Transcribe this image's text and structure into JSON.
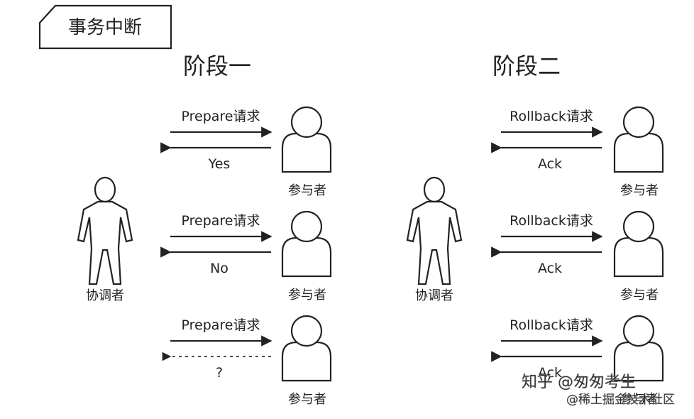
{
  "tag": "事务中断",
  "phases": [
    {
      "title": "阶段一",
      "coordinator_label": "协调者",
      "exchanges": [
        {
          "request": "Prepare请求",
          "reply": "Yes",
          "reply_style": "solid",
          "participant_label": "参与者"
        },
        {
          "request": "Prepare请求",
          "reply": "No",
          "reply_style": "solid",
          "participant_label": "参与者"
        },
        {
          "request": "Prepare请求",
          "reply": "?",
          "reply_style": "dashed",
          "participant_label": "参与者"
        }
      ]
    },
    {
      "title": "阶段二",
      "coordinator_label": "协调者",
      "exchanges": [
        {
          "request": "Rollback请求",
          "reply": "Ack",
          "reply_style": "solid",
          "participant_label": "参与者"
        },
        {
          "request": "Rollback请求",
          "reply": "Ack",
          "reply_style": "solid",
          "participant_label": "参与者"
        },
        {
          "request": "Rollback请求",
          "reply": "Ack",
          "reply_style": "solid",
          "participant_label": "参与者"
        }
      ]
    }
  ],
  "watermark": {
    "line1": "知乎 @匆匆考生",
    "line2": "@稀土掘金技术社区"
  }
}
